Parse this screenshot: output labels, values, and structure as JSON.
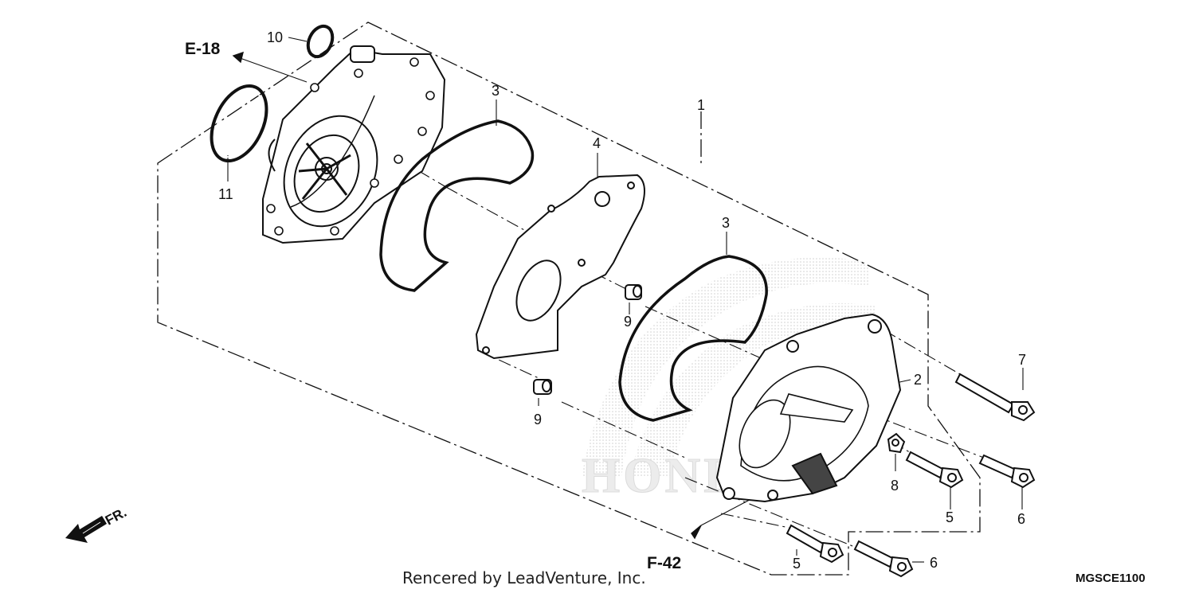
{
  "callouts": {
    "c1": "1",
    "c2": "2",
    "c3a": "3",
    "c3b": "3",
    "c4": "4",
    "c5a": "5",
    "c5b": "5",
    "c6a": "6",
    "c6b": "6",
    "c7": "7",
    "c8": "8",
    "c9a": "9",
    "c9b": "9",
    "c10": "10",
    "c11": "11"
  },
  "references": {
    "e18": "E-18",
    "f42": "F-42",
    "fr": "FR."
  },
  "watermark": "HONDA",
  "credit": "Rencered by LeadVenture, Inc.",
  "diagram_code": "MGSCE1100",
  "colors": {
    "line": "#111111",
    "watermark": "#e6e6e6"
  },
  "icons": [
    "front-arrow-icon"
  ]
}
